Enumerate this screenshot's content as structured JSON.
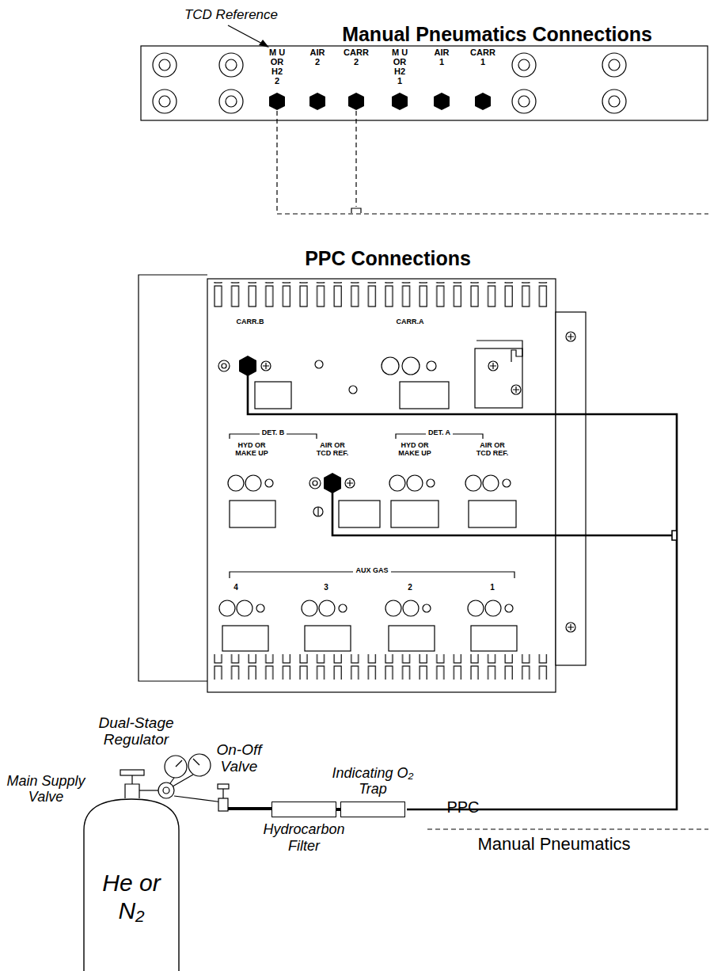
{
  "diagram": {
    "nodes": [
      {
        "text": [
          "He or N₂"
        ]
      },
      {
        "text": [
          "Hydrocarbon Filter"
        ]
      },
      {
        "text": [
          "Indicating O₂ Trap"
        ]
      }
    ],
    "edges": [
      {
        "from": 1,
        "to": 2,
        "arrow": "none"
      }
    ],
    "labels": [
      "Manual Pneumatics Connections",
      "TCD Reference",
      "M U OR H2 2",
      "AIR 2",
      "CARR 2",
      "M U OR H2 1",
      "AIR 1",
      "CARR 1",
      "PPC Connections",
      "CARR.B",
      "CARR.A",
      "DET. B",
      "HYD OR MAKE UP",
      "AIR OR TCD REF.",
      "DET. A",
      "HYD OR MAKE UP",
      "AIR OR TCD REF.",
      "AUX GAS",
      "4",
      "3",
      "2",
      "1",
      "Dual-Stage Regulator",
      "On-Off Valve",
      "Main Supply Valve",
      "PPC",
      "Manual Pneumatics"
    ]
  }
}
